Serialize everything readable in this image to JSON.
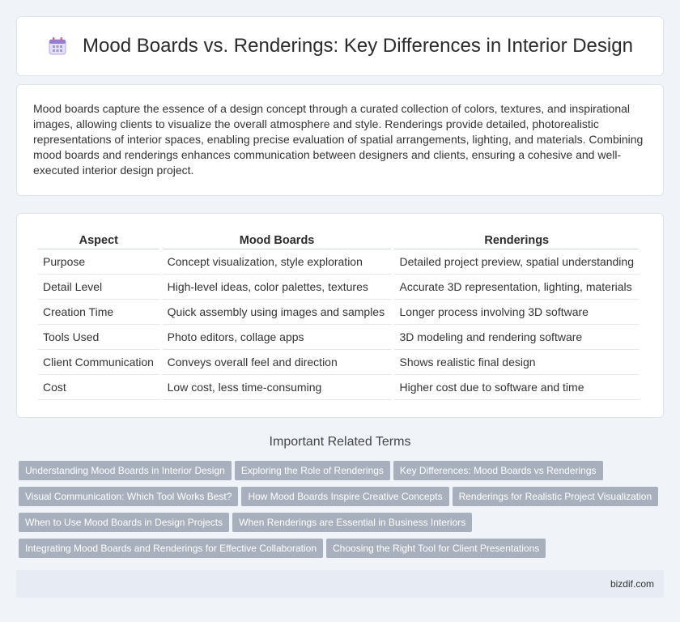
{
  "header": {
    "icon": "calendar-icon",
    "title": "Mood Boards vs. Renderings: Key Differences in Interior Design"
  },
  "intro": {
    "text": "Mood boards capture the essence of a design concept through a curated collection of colors, textures, and inspirational images, allowing clients to visualize the overall atmosphere and style. Renderings provide detailed, photorealistic representations of interior spaces, enabling precise evaluation of spatial arrangements, lighting, and materials. Combining mood boards and renderings enhances communication between designers and clients, ensuring a cohesive and well-executed interior design project."
  },
  "table": {
    "headers": [
      "Aspect",
      "Mood Boards",
      "Renderings"
    ],
    "rows": [
      [
        "Purpose",
        "Concept visualization, style exploration",
        "Detailed project preview, spatial understanding"
      ],
      [
        "Detail Level",
        "High-level ideas, color palettes, textures",
        "Accurate 3D representation, lighting, materials"
      ],
      [
        "Creation Time",
        "Quick assembly using images and samples",
        "Longer process involving 3D software"
      ],
      [
        "Tools Used",
        "Photo editors, collage apps",
        "3D modeling and rendering software"
      ],
      [
        "Client Communication",
        "Conveys overall feel and direction",
        "Shows realistic final design"
      ],
      [
        "Cost",
        "Low cost, less time-consuming",
        "Higher cost due to software and time"
      ]
    ]
  },
  "related": {
    "title": "Important Related Terms",
    "tags": [
      "Understanding Mood Boards in Interior Design",
      "Exploring the Role of Renderings",
      "Key Differences: Mood Boards vs Renderings",
      "Visual Communication: Which Tool Works Best?",
      "How Mood Boards Inspire Creative Concepts",
      "Renderings for Realistic Project Visualization",
      "When to Use Mood Boards in Design Projects",
      "When Renderings are Essential in Business Interiors",
      "Integrating Mood Boards and Renderings for Effective Collaboration",
      "Choosing the Right Tool for Client Presentations"
    ]
  },
  "footer": {
    "text": "bizdif.com"
  }
}
